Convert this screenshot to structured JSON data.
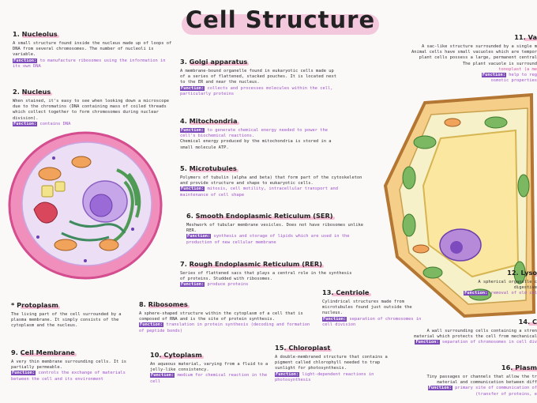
{
  "title": "Cell Structure",
  "sections": {
    "nucleolus": {
      "heading": "1. Nucleolus",
      "body": "A small structure found inside the nucleus made up of loops of DNA from several chromosomes. The number of nucleoli is variable.",
      "function_label": "Function:",
      "function": "to manufacture ribosomes using the information in its own DNA"
    },
    "nucleus": {
      "heading": "2. Nucleus",
      "body": "When stained, it's easy to see when looking down a microscope due to the chromatins (DNA containing mass of coiled threads which collect together to form chromosomes during nuclear division).",
      "function_label": "Function:",
      "function": "contains DNA"
    },
    "golgi": {
      "heading": "3. Golgi apparatus",
      "body": "A membrane-bound organelle found in eukaryotic cells made up of a series of flattened, stacked pouches. It is located next to the ER and near the nucleus.",
      "function_label": "Function:",
      "function": "collects and processes molecules within the cell, particularly proteins"
    },
    "mitochondria": {
      "heading": "4. Mitochondria",
      "function_label": "Function:",
      "function": "to generate chemical energy needed to power the cell's biochemical reactions.",
      "body": "Chemical energy produced by the mitochondria is stored in a small molecule ATP."
    },
    "microtubules": {
      "heading": "5. Microtubules",
      "body": "Polymers of tubulin (alpha and beta) that form part of the cytoskeleton and provide structure and shape to eukaryotic cells.",
      "function_label": "Function:",
      "function": "mitosis, cell motility, intracellular transport and maintenance of cell shape"
    },
    "ser": {
      "heading": "6. Smooth Endoplasmic Reticulum (SER)",
      "body": "Meshwork of tubular membrane vesicles. Does not have ribosomes unlike RER.",
      "function_label": "Function:",
      "function": "synthesis and storage of lipids which are used in the production of new cellular membrane"
    },
    "rer": {
      "heading": "7. Rough Endoplasmic Reticulum (RER)",
      "body": "Series of flattened sacs that plays a central role in the synthesis of proteins. Studded with ribosomes.",
      "function_label": "Function:",
      "function": "produce proteins"
    },
    "ribosomes": {
      "heading": "8. Ribosomes",
      "body": "A sphere-shaped structure within the cytoplasm of a cell that is composed of RNA and is the site of protein synthesis.",
      "function_label": "Function:",
      "function": "translation in protein synthesis (decoding and formation of peptide bonds)"
    },
    "protoplasm": {
      "heading": "* Protoplasm",
      "body": "The living part of the cell surrounded by a plasma membrane. It simply consists of the cytoplasm and the nucleus."
    },
    "cell_membrane": {
      "heading": "9. Cell Membrane",
      "body": "A very thin membrane surrounding cells. It is partially permeable.",
      "function_label": "Function:",
      "function": "controls the exchange of materials between the cell and its environment"
    },
    "cytoplasm": {
      "heading": "10. Cytoplasm",
      "body": "An aqueous material, varying from a fluid to a jelly-like consistency.",
      "function_label": "Function:",
      "function": "medium for chemical reaction in the cell"
    },
    "vacuole": {
      "heading": "11. Va",
      "body_1": "A sac-like structure surrounded by a single m",
      "body_2": "Animal cells have small vacuoles which are tempor",
      "body_3": "plant cells possess a large, permanent central",
      "body_4": "The plant vacuole is surround",
      "tonoplast": "tonoplast (a me",
      "function_label": "Function:",
      "function_1": "help to reg",
      "function_2": "osmotic properties"
    },
    "lysosome": {
      "heading": "12. Lyso",
      "body_1": "A spherical organelle c",
      "body_2": "digestive",
      "function_label": "Function:",
      "function": "removal of old cel"
    },
    "cell_wall": {
      "heading": "14. C",
      "body_1": "A wall surrounding cells containing a stren",
      "body_2": "material which protects the cell from mechanical",
      "function_label": "Function:",
      "function": "separation of chromosomes in cell div"
    },
    "centriole": {
      "heading": "13. Centriole",
      "body": "Cylindrical structures made from microtubules found just outside the nucleus.",
      "function_label": "Function:",
      "function": "separation of chromosomes in cell division"
    },
    "chloroplast": {
      "heading": "15. Chloroplast",
      "body": "A double-membraned structure that contains a pigment called chlorophyll needed to trap sunlight for photosynthesis.",
      "function_label": "Function:",
      "function": "light-dependent reactions in photosynthesis"
    },
    "plasmodesmata": {
      "heading": "16. Plasm",
      "body_1": "Tiny passages or channels that allow the tr",
      "body_2": "material and communication between diff",
      "function_label": "Function:",
      "function_1": "primary site of communication of",
      "function_2": "(transfer of proteins, e"
    }
  },
  "colors": {
    "accent_pink": "#f6bfd6",
    "function_purple": "#7b49b9",
    "function_text": "#9b52c9",
    "membrane_pink": "#e85a9c",
    "plant_wall": "#d79a5a",
    "chloroplast_green": "#5fa04a",
    "vacuole_yellow": "#fbe7a0"
  }
}
